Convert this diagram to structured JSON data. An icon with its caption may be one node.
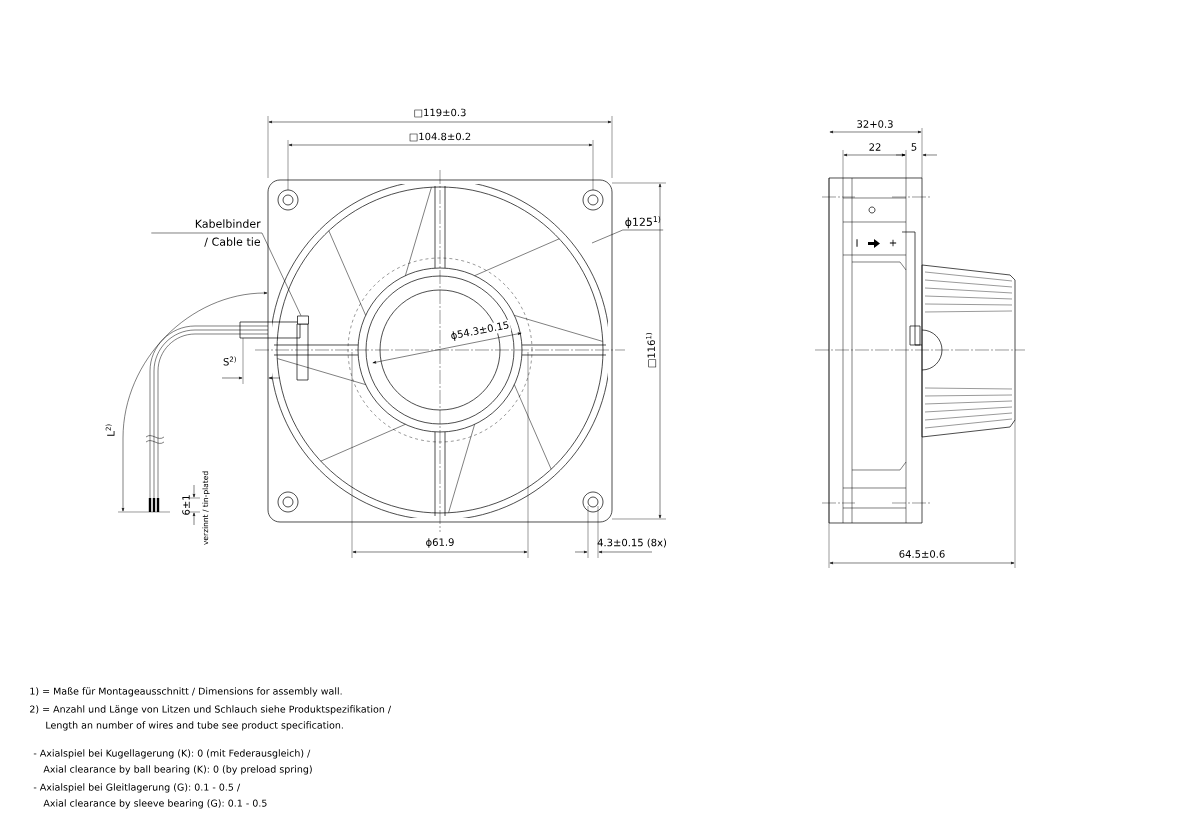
{
  "diagram": {
    "nodes": [
      {
        "text": [
          "Kabelbinder / Cable tie"
        ]
      },
      {
        "text": [],
        "shape": "box"
      },
      {
        "text": [
          "ϕ125$^{1)}$"
        ]
      }
    ],
    "edges": [
      {
        "from": 0,
        "to": 1,
        "arrow": "none"
      },
      {
        "from": 2,
        "to": null,
        "arrow": "none"
      }
    ],
    "labels": [
      "□119±0.3",
      "□104.8±0.2",
      "32+0.3",
      "22",
      "5",
      "I",
      "+",
      "ϕ54.3±0.15",
      "S$^{2)}$",
      "□116$^{1)}$",
      "L$^{2)}$",
      "6±1",
      "verzinnt / tin-plated",
      "ϕ61.9",
      "4.3±0.15 (8x)",
      "64.5±0.6",
      "1) = Maße für Montageausschnitt / Dimensions for assembly wall.",
      "2) = Anzahl und Länge von Litzen und Schlauch siehe Produktspezifikation / Length an number of wires and tube see product specification.",
      "- Axialspiel bei Kugellagerung (K): 0 (mit Federausgleich) / Axial clearance by ball bearing (K): 0 (by preload spring)",
      "- Axialspiel bei Gleitlagerung (G): 0.1 - 0.5 / Axial clearance by sleeve bearing (G): 0.1 - 0.5"
    ]
  }
}
